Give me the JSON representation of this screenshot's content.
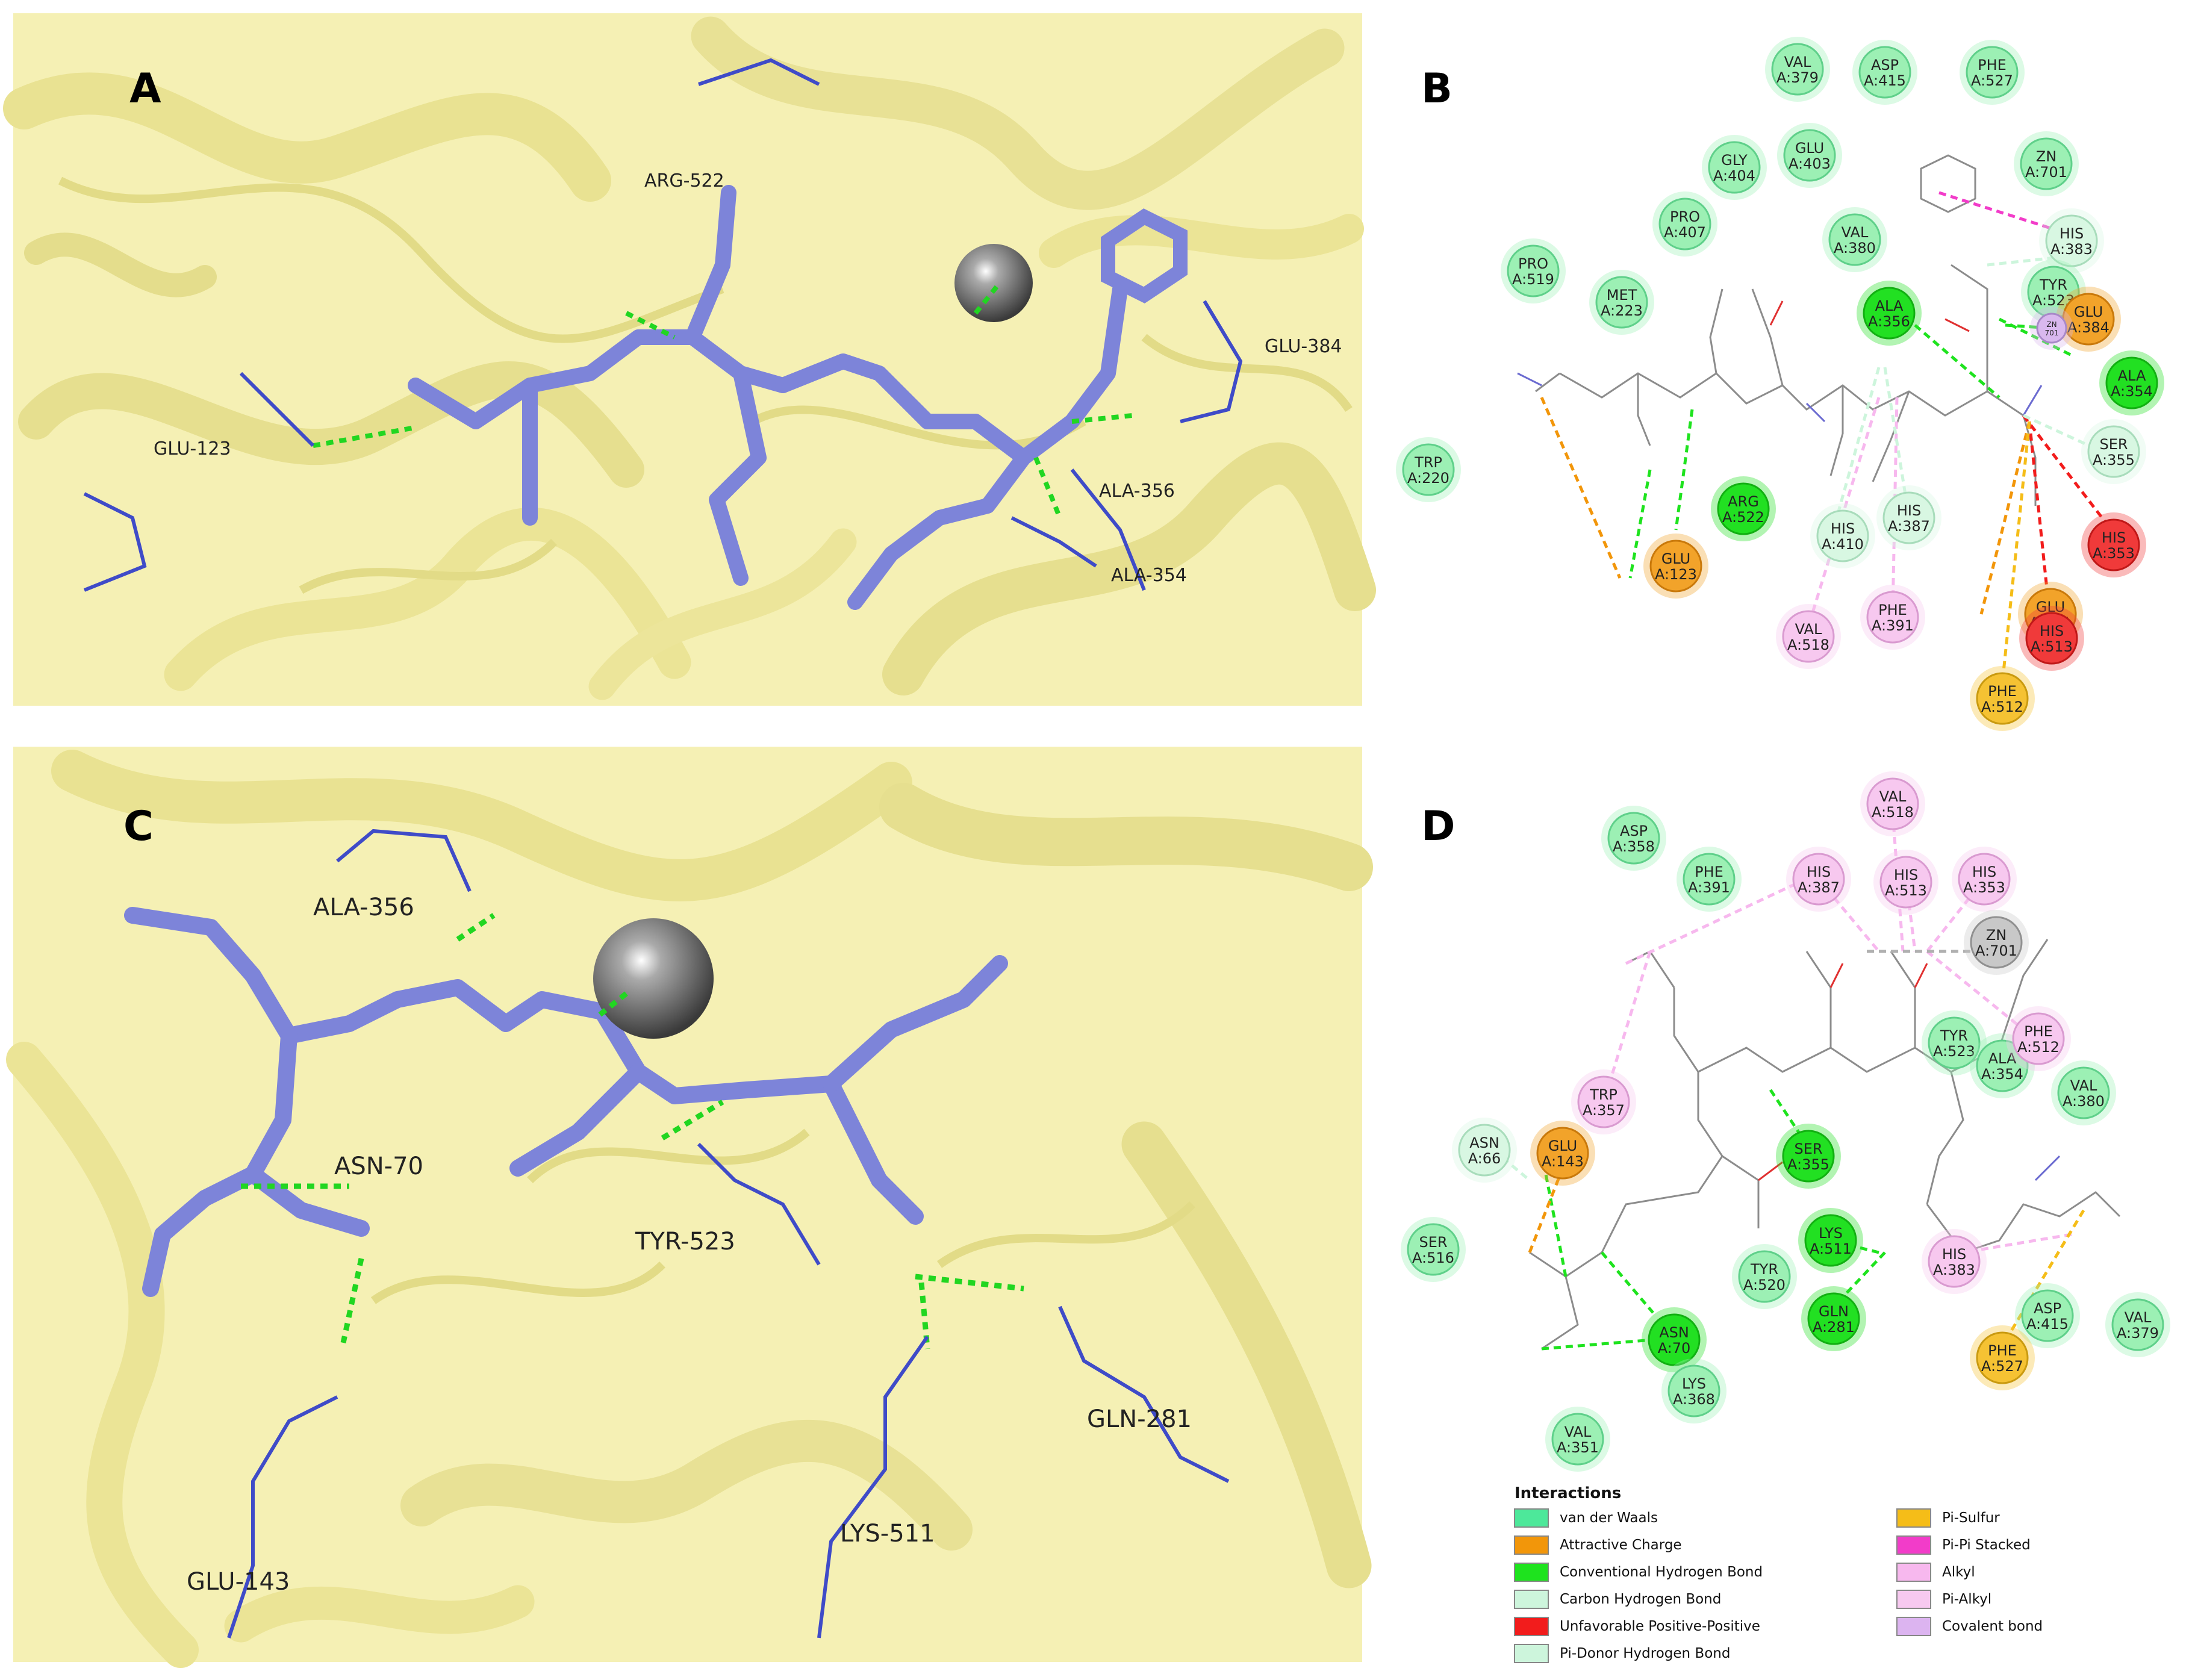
{
  "panels": {
    "a": {
      "letter": "A",
      "labels": [
        "ARG-522",
        "GLU-384",
        "GLU-123",
        "ALA-356",
        "ALA-354"
      ]
    },
    "b": {
      "letter": "B"
    },
    "c": {
      "letter": "C",
      "labels": [
        "ALA-356",
        "ASN-70",
        "TYR-523",
        "GLN-281",
        "LYS-511",
        "GLU-143"
      ]
    },
    "d": {
      "letter": "D"
    }
  },
  "residues_b": [
    {
      "name": "VAL",
      "num": "A:379",
      "type": "vdw"
    },
    {
      "name": "ASP",
      "num": "A:415",
      "type": "vdw"
    },
    {
      "name": "PHE",
      "num": "A:527",
      "type": "vdw"
    },
    {
      "name": "GLY",
      "num": "A:404",
      "type": "vdw"
    },
    {
      "name": "GLU",
      "num": "A:403",
      "type": "vdw"
    },
    {
      "name": "ZN",
      "num": "A:701",
      "type": "vdw"
    },
    {
      "name": "PRO",
      "num": "A:407",
      "type": "vdw"
    },
    {
      "name": "VAL",
      "num": "A:380",
      "type": "vdw"
    },
    {
      "name": "HIS",
      "num": "A:383",
      "type": "pidonor"
    },
    {
      "name": "PRO",
      "num": "A:519",
      "type": "vdw"
    },
    {
      "name": "MET",
      "num": "A:223",
      "type": "vdw"
    },
    {
      "name": "TYR",
      "num": "A:523",
      "type": "vdw"
    },
    {
      "name": "ALA",
      "num": "A:356",
      "type": "hbond"
    },
    {
      "name": "GLU",
      "num": "A:384",
      "type": "charge"
    },
    {
      "name": "ALA",
      "num": "A:354",
      "type": "hbond"
    },
    {
      "name": "ZN",
      "num": "701",
      "type": "covalent"
    },
    {
      "name": "SER",
      "num": "A:355",
      "type": "carbon"
    },
    {
      "name": "TRP",
      "num": "A:220",
      "type": "vdw"
    },
    {
      "name": "ARG",
      "num": "A:522",
      "type": "hbond"
    },
    {
      "name": "HIS",
      "num": "A:410",
      "type": "carbon"
    },
    {
      "name": "HIS",
      "num": "A:387",
      "type": "carbon"
    },
    {
      "name": "HIS",
      "num": "A:353",
      "type": "unfav"
    },
    {
      "name": "GLU",
      "num": "A:123",
      "type": "charge"
    },
    {
      "name": "PHE",
      "num": "A:391",
      "type": "alkyl"
    },
    {
      "name": "GLU",
      "num": "A:411",
      "type": "charge"
    },
    {
      "name": "HIS",
      "num": "A:513",
      "type": "unfav"
    },
    {
      "name": "VAL",
      "num": "A:518",
      "type": "alkyl"
    },
    {
      "name": "PHE",
      "num": "A:512",
      "type": "pisulfur"
    }
  ],
  "residues_d": [
    {
      "name": "VAL",
      "num": "A:518",
      "type": "alkyl"
    },
    {
      "name": "ASP",
      "num": "A:358",
      "type": "vdw"
    },
    {
      "name": "PHE",
      "num": "A:391",
      "type": "vdw"
    },
    {
      "name": "HIS",
      "num": "A:387",
      "type": "alkyl"
    },
    {
      "name": "HIS",
      "num": "A:513",
      "type": "alkyl"
    },
    {
      "name": "HIS",
      "num": "A:353",
      "type": "alkyl"
    },
    {
      "name": "ZN",
      "num": "A:701",
      "type": "zn"
    },
    {
      "name": "TRP",
      "num": "A:357",
      "type": "alkyl"
    },
    {
      "name": "TYR",
      "num": "A:523",
      "type": "vdw"
    },
    {
      "name": "ALA",
      "num": "A:354",
      "type": "vdw"
    },
    {
      "name": "PHE",
      "num": "A:512",
      "type": "alkyl"
    },
    {
      "name": "VAL",
      "num": "A:380",
      "type": "vdw"
    },
    {
      "name": "ASN",
      "num": "A:66",
      "type": "carbon"
    },
    {
      "name": "GLU",
      "num": "A:143",
      "type": "charge"
    },
    {
      "name": "SER",
      "num": "A:355",
      "type": "hbond"
    },
    {
      "name": "SER",
      "num": "A:516",
      "type": "vdw"
    },
    {
      "name": "LYS",
      "num": "A:511",
      "type": "hbond"
    },
    {
      "name": "TYR",
      "num": "A:520",
      "type": "vdw"
    },
    {
      "name": "HIS",
      "num": "A:383",
      "type": "alkyl"
    },
    {
      "name": "ASN",
      "num": "A:70",
      "type": "hbond"
    },
    {
      "name": "GLN",
      "num": "A:281",
      "type": "hbond"
    },
    {
      "name": "ASP",
      "num": "A:415",
      "type": "vdw"
    },
    {
      "name": "VAL",
      "num": "A:379",
      "type": "vdw"
    },
    {
      "name": "LYS",
      "num": "A:368",
      "type": "vdw"
    },
    {
      "name": "PHE",
      "num": "A:527",
      "type": "pisulfur"
    },
    {
      "name": "VAL",
      "num": "A:351",
      "type": "vdw"
    }
  ],
  "legend": {
    "title": "Interactions",
    "items": [
      {
        "label": "van der Waals",
        "color": "#4de89a"
      },
      {
        "label": "Attractive Charge",
        "color": "#f2960a"
      },
      {
        "label": "Conventional Hydrogen Bond",
        "color": "#1ee31e"
      },
      {
        "label": "Carbon Hydrogen Bond",
        "color": "#cdf5dc"
      },
      {
        "label": "Unfavorable Positive-Positive",
        "color": "#f21c1c"
      },
      {
        "label": "Pi-Donor Hydrogen Bond",
        "color": "#cdf5dc"
      },
      {
        "label": "Pi-Sulfur",
        "color": "#f5bd18"
      },
      {
        "label": "Pi-Pi Stacked",
        "color": "#f23cc9"
      },
      {
        "label": "Alkyl",
        "color": "#f7b8ee"
      },
      {
        "label": "Pi-Alkyl",
        "color": "#f7c9f0"
      },
      {
        "label": "Covalent bond",
        "color": "#dcb4f0"
      }
    ]
  },
  "colors": {
    "ribbon": "#f2eca0",
    "ribbon_dark": "#d9d282",
    "ligand": "#7d84d9",
    "hbond_dash": "#21d621"
  }
}
